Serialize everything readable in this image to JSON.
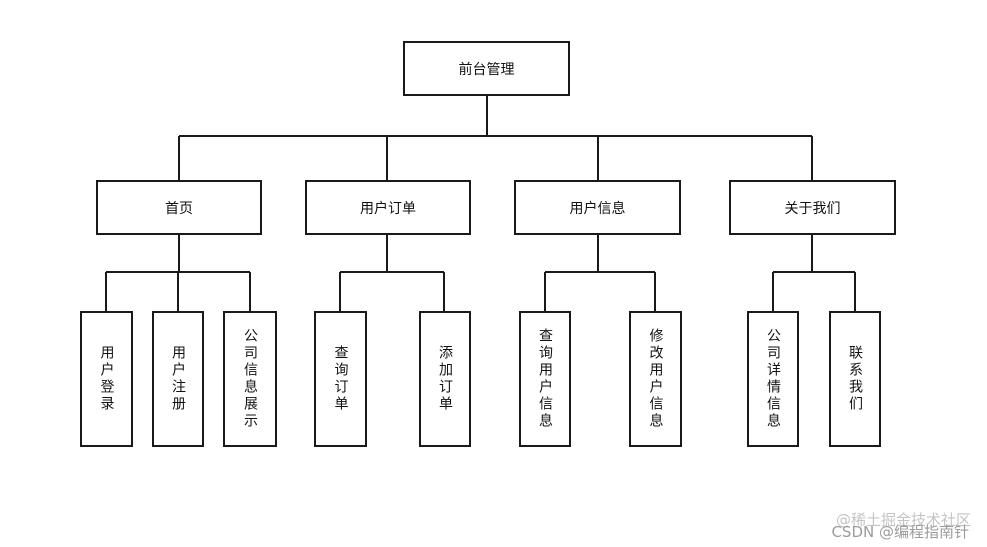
{
  "diagram": {
    "root": "前台管理",
    "sections": [
      {
        "label": "首页",
        "children": [
          "用户登录",
          "用户注册",
          "公司信息展示"
        ]
      },
      {
        "label": "用户订单",
        "children": [
          "查询订单",
          "添加订单"
        ]
      },
      {
        "label": "用户信息",
        "children": [
          "查询用户信息",
          "修改用户信息"
        ]
      },
      {
        "label": "关于我们",
        "children": [
          "公司详情信息",
          "联系我们"
        ]
      }
    ]
  },
  "watermark": {
    "line1": "@稀土掘金技术社区",
    "line2": "CSDN @编程指南针"
  }
}
